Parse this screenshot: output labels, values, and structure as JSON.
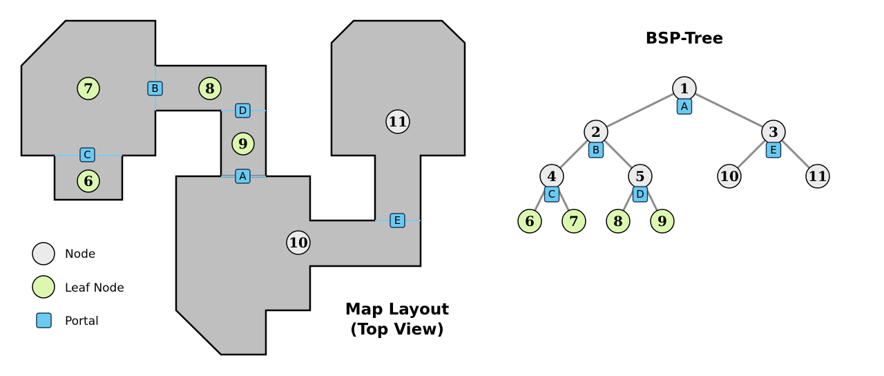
{
  "colors": {
    "room_fill": "#c0bfc0",
    "outline": "#000000",
    "portal_line": "#7cc8ee",
    "portal_fill": "#6ccaf2",
    "portal_stroke": "#1a3a5a",
    "node_fill": "#ebebeb",
    "leaf_fill": "#dcf8b0",
    "edge": "#8c8c8c"
  },
  "map": {
    "title_line1": "Map Layout",
    "title_line2": "(Top View)",
    "rooms": [
      "6",
      "7",
      "8",
      "9",
      "10",
      "11"
    ],
    "portals": [
      "A",
      "B",
      "C",
      "D",
      "E"
    ]
  },
  "tree": {
    "title": "BSP-Tree",
    "nodes": [
      {
        "label": "1",
        "kind": "node",
        "portal": "A",
        "children": [
          "2",
          "3"
        ]
      },
      {
        "label": "2",
        "kind": "node",
        "portal": "B",
        "children": [
          "4",
          "5"
        ]
      },
      {
        "label": "3",
        "kind": "node",
        "portal": "E",
        "children": [
          "10",
          "11"
        ]
      },
      {
        "label": "4",
        "kind": "node",
        "portal": "C",
        "children": [
          "6",
          "7"
        ]
      },
      {
        "label": "5",
        "kind": "node",
        "portal": "D",
        "children": [
          "8",
          "9"
        ]
      },
      {
        "label": "10",
        "kind": "node",
        "portal": "",
        "children": []
      },
      {
        "label": "11",
        "kind": "node",
        "portal": "",
        "children": []
      },
      {
        "label": "6",
        "kind": "leaf",
        "portal": "",
        "children": []
      },
      {
        "label": "7",
        "kind": "leaf",
        "portal": "",
        "children": []
      },
      {
        "label": "8",
        "kind": "leaf",
        "portal": "",
        "children": []
      },
      {
        "label": "9",
        "kind": "leaf",
        "portal": "",
        "children": []
      }
    ]
  },
  "legend": {
    "node": "Node",
    "leaf": "Leaf Node",
    "portal": "Portal"
  }
}
